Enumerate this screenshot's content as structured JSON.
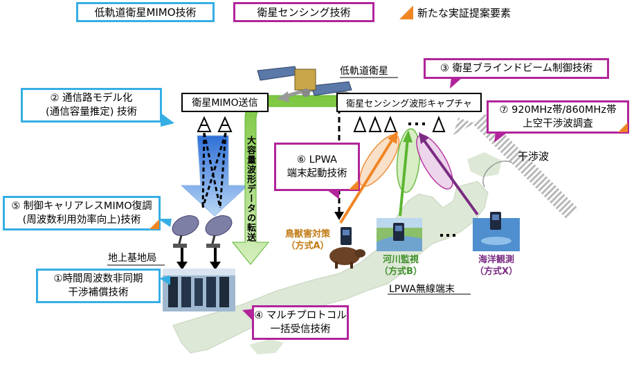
{
  "legend": {
    "leo_mimo": "低軌道衛星MIMO技術",
    "sat_sensing": "衛星センシング技術",
    "new_elements": "新たな実証提案要素"
  },
  "satellite_label": "低軌道衛星",
  "box_mimo_tx": "衛星MIMO送信",
  "box_sensing_capture": "衛星センシング波形キャプチャ",
  "callout_2": [
    "② 通信路モデル化",
    "(通信容量推定) 技術"
  ],
  "callout_3": "③ 衛星ブラインドビーム制御技術",
  "callout_7": [
    "⑦ 920MHz帯/860MHz帯",
    "上空干渉波調査"
  ],
  "callout_6": [
    "⑥ LPWA",
    "端末起動技術"
  ],
  "callout_5": [
    "⑤ 制御キャリアレスMIMO復調",
    "(周波数利用効率向上)技術"
  ],
  "callout_1": [
    "①時間周波数非同期",
    "干渉補償技術"
  ],
  "callout_4": [
    "④ マルチプロトコル",
    "一括受信技術"
  ],
  "interference_label": "干渉波",
  "transfer_label": "大容量波形データの転送",
  "ground_station_label": "地上基地局",
  "terminal_a": [
    "鳥獣害対策",
    "（方式A）"
  ],
  "terminal_b": [
    "河川監視",
    "（方式B）"
  ],
  "terminal_x": [
    "海洋観測",
    "（方式X）"
  ],
  "lpwa_label": "LPWA無線端末",
  "colors": {
    "blue": "#35aee4",
    "purple": "#b1249a",
    "orange": "#f08523",
    "green": "#5cb531"
  }
}
